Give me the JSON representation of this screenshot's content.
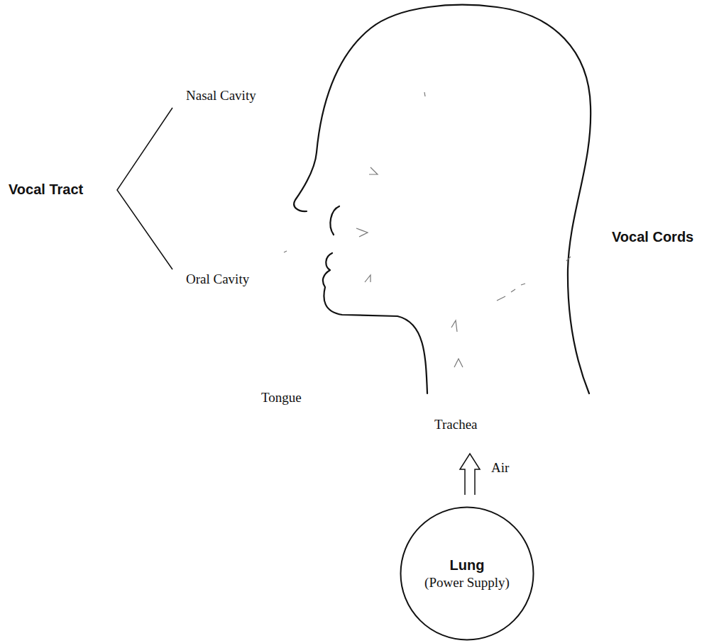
{
  "diagram": {
    "nodes": [
      {
        "text": [
          "Lung",
          "(Power Supply)"
        ]
      }
    ],
    "labels": [
      "Nasal Cavity",
      "Vocal Tract",
      "Vocal Cords",
      "Oral Cavity",
      "Tongue",
      "Trachea",
      "Air"
    ]
  }
}
